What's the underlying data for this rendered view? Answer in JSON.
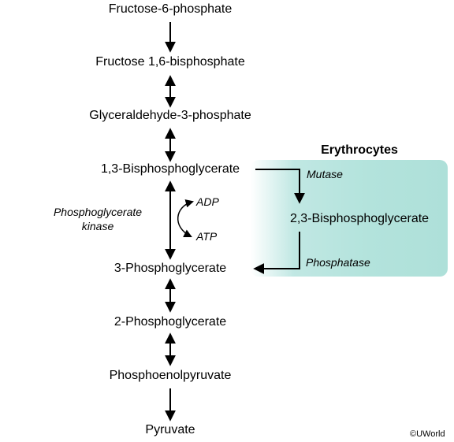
{
  "pathway": {
    "f6p": "Fructose-6-phosphate",
    "f16bp": "Fructose 1,6-bisphosphate",
    "g3p": "Glyceraldehyde-3-phosphate",
    "bpg13": "1,3-Bisphosphoglycerate",
    "pg3": "3-Phosphoglycerate",
    "pg2": "2-Phosphoglycerate",
    "pep": "Phosphoenolpyruvate",
    "pyruvate": "Pyruvate"
  },
  "enzyme": {
    "kinase_line1": "Phosphoglycerate",
    "kinase_line2": "kinase",
    "adp": "ADP",
    "atp": "ATP"
  },
  "erythrocytes": {
    "title": "Erythrocytes",
    "mutase": "Mutase",
    "bpg23": "2,3-Bisphosphoglycerate",
    "phosphatase": "Phosphatase",
    "box_color": "#b3e3dc"
  },
  "copyright": "©UWorld"
}
